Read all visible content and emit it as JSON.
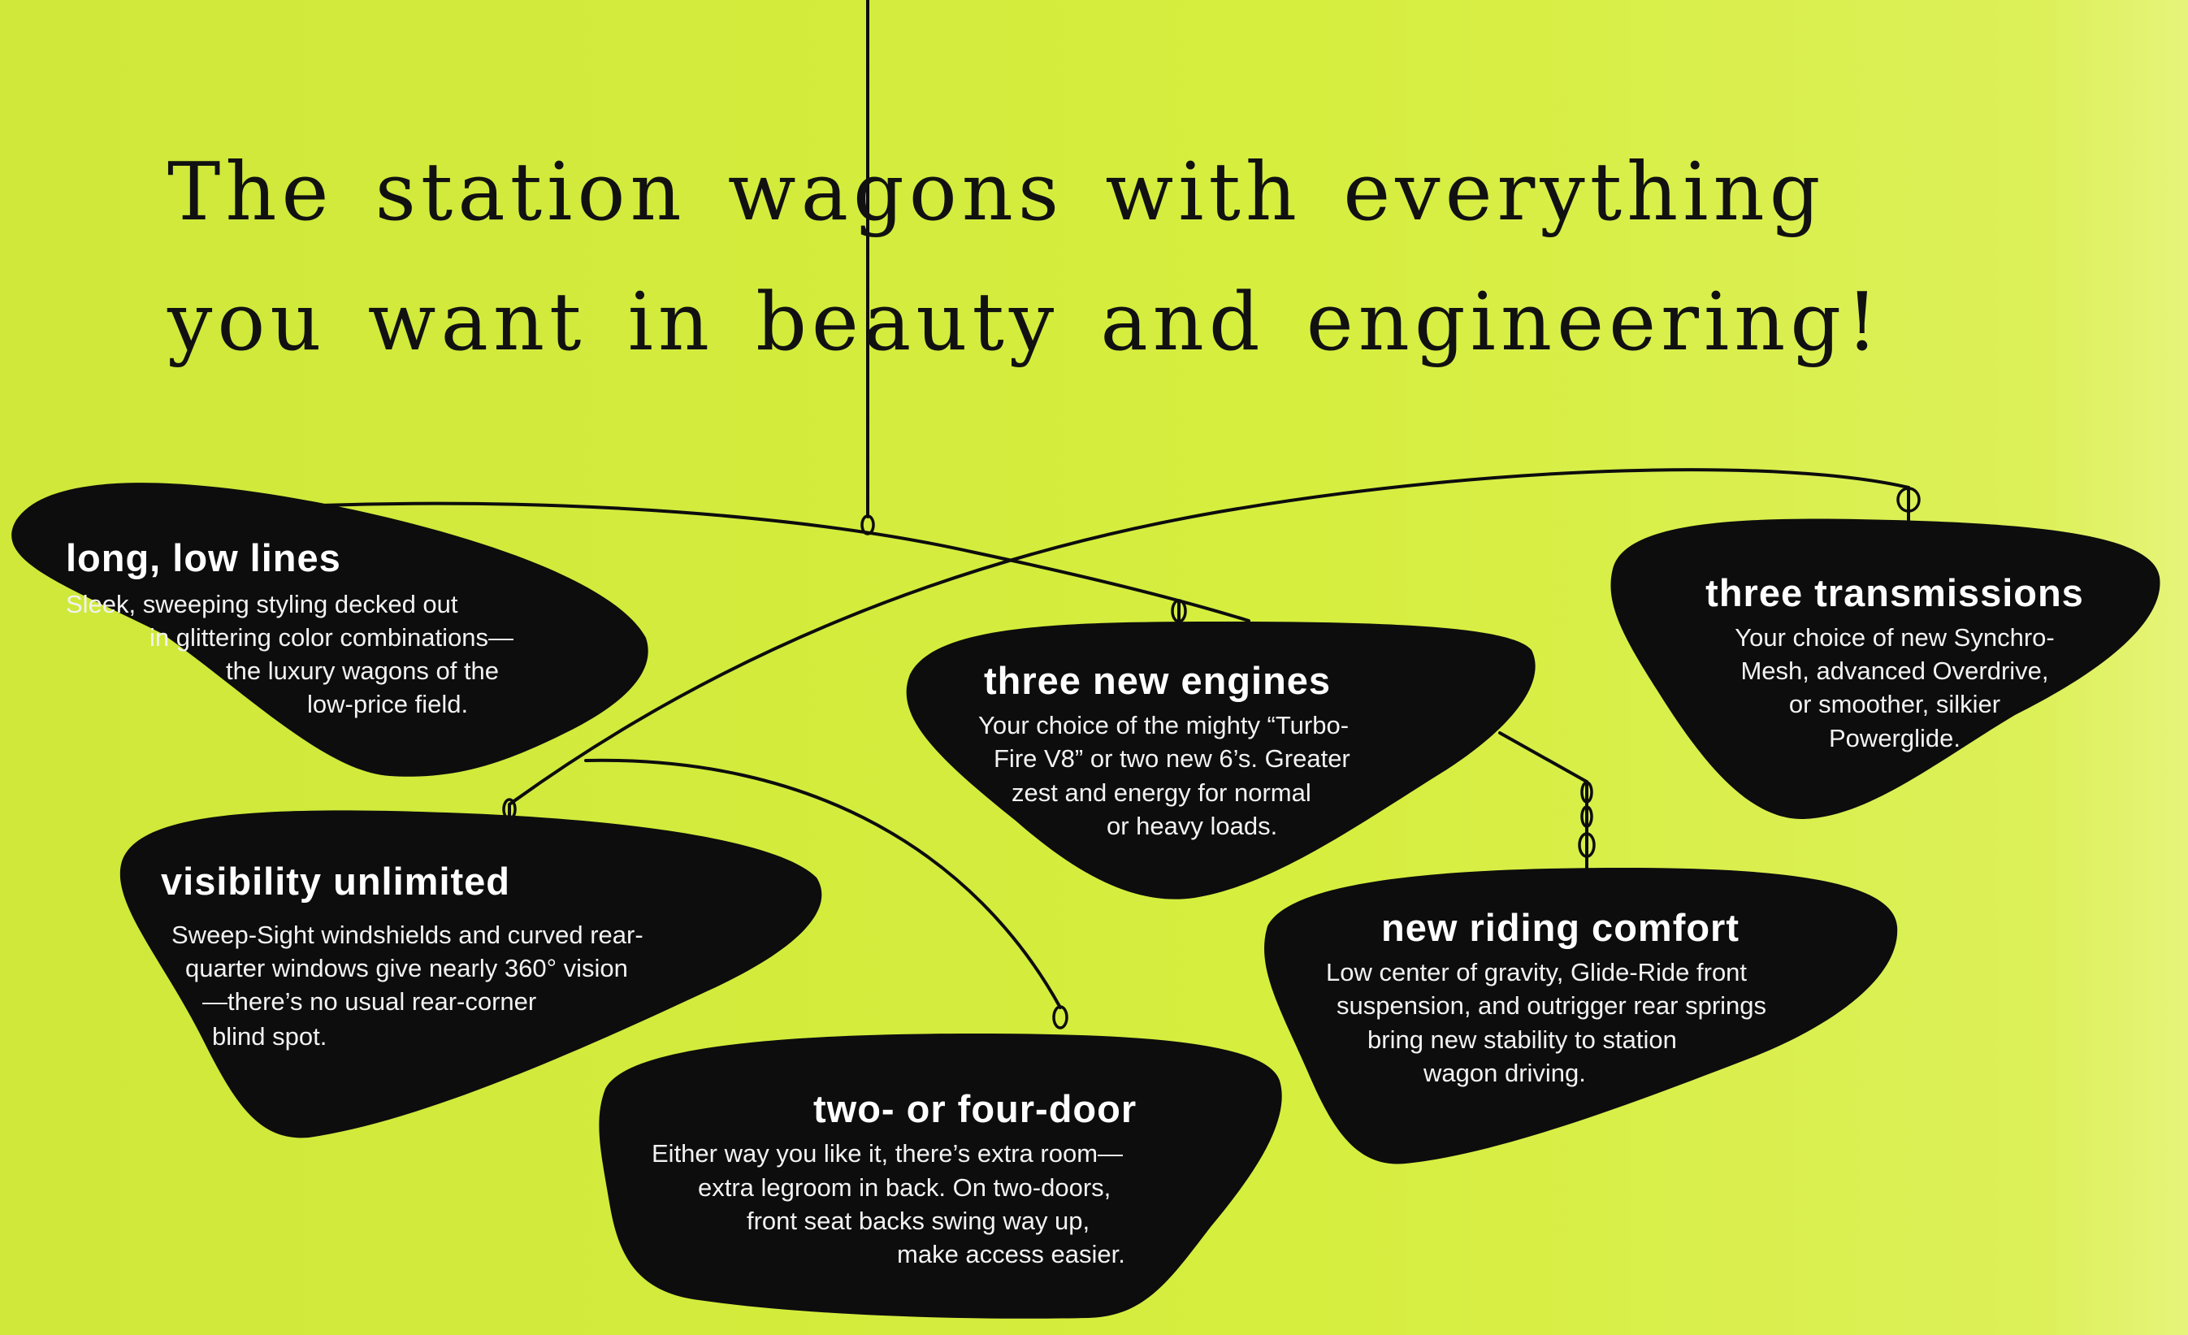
{
  "headline": {
    "line1": "The station wagons with everything",
    "line2": "you want in beauty and engineering!"
  },
  "features": [
    {
      "title": "long, low lines",
      "lines": [
        "Sleek, sweeping styling decked out",
        "in glittering color combinations—",
        "the luxury wagons of the",
        "low-price field."
      ]
    },
    {
      "title": "three new engines",
      "lines": [
        "Your choice of the mighty “Turbo-",
        "Fire V8” or two new 6’s. Greater",
        "zest and energy for normal",
        "or heavy loads."
      ]
    },
    {
      "title": "three transmissions",
      "lines": [
        "Your choice of new Synchro-",
        "Mesh, advanced Overdrive,",
        "or smoother, silkier",
        "Powerglide."
      ]
    },
    {
      "title": "visibility unlimited",
      "lines": [
        "Sweep-Sight windshields and curved rear-",
        "quarter windows give nearly 360° vision",
        "—there’s no usual rear-corner",
        "blind spot."
      ]
    },
    {
      "title": "new riding comfort",
      "lines": [
        "Low center of gravity, Glide-Ride front",
        "suspension, and outrigger rear springs",
        "bring new stability to station",
        "wagon driving."
      ]
    },
    {
      "title": "two- or four-door",
      "lines": [
        "Either way you like it, there’s extra room—",
        "extra legroom in back. On two-doors,",
        "front seat backs swing way up,",
        "make access easier."
      ]
    }
  ],
  "colors": {
    "background": "#d4ec3c",
    "shape": "#0d0d0d",
    "text": "#ffffff"
  }
}
